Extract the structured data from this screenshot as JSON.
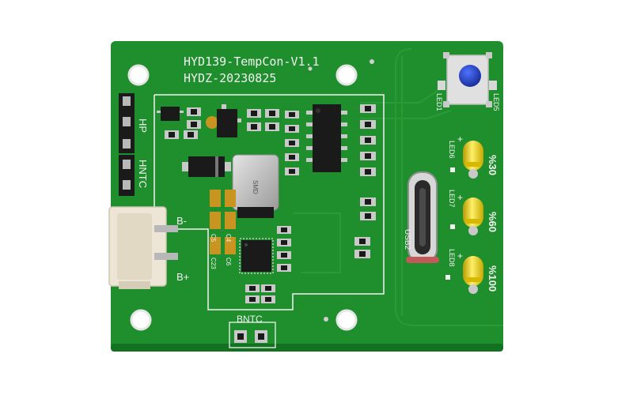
{
  "board": {
    "title_line1": "HYD139-TempCon-V1.1",
    "title_line2": "HYDZ-20230825",
    "colors": {
      "pcb": "#1f8f2d",
      "pcb_dark": "#137222",
      "silk": "#f2f2f2",
      "pad": "#c9c9c9",
      "led": "#f2d400",
      "button": "#1f3cc0",
      "connector": "#ede6d6"
    }
  },
  "labels": {
    "hp": "HP",
    "hntc": "HNTC",
    "b_minus": "B-",
    "b_plus": "B+",
    "bntc": "BNTC",
    "usb": "USB2",
    "led1": "LED1",
    "led5": "LED5",
    "led6": "LED6",
    "led7": "LED7",
    "led8": "LED8",
    "pct30": "%30",
    "pct60": "%60",
    "pct100": "%100",
    "c5": "C5",
    "c4": "C4",
    "c6": "C6",
    "c23": "C23",
    "inductor_mark": "SMD"
  }
}
